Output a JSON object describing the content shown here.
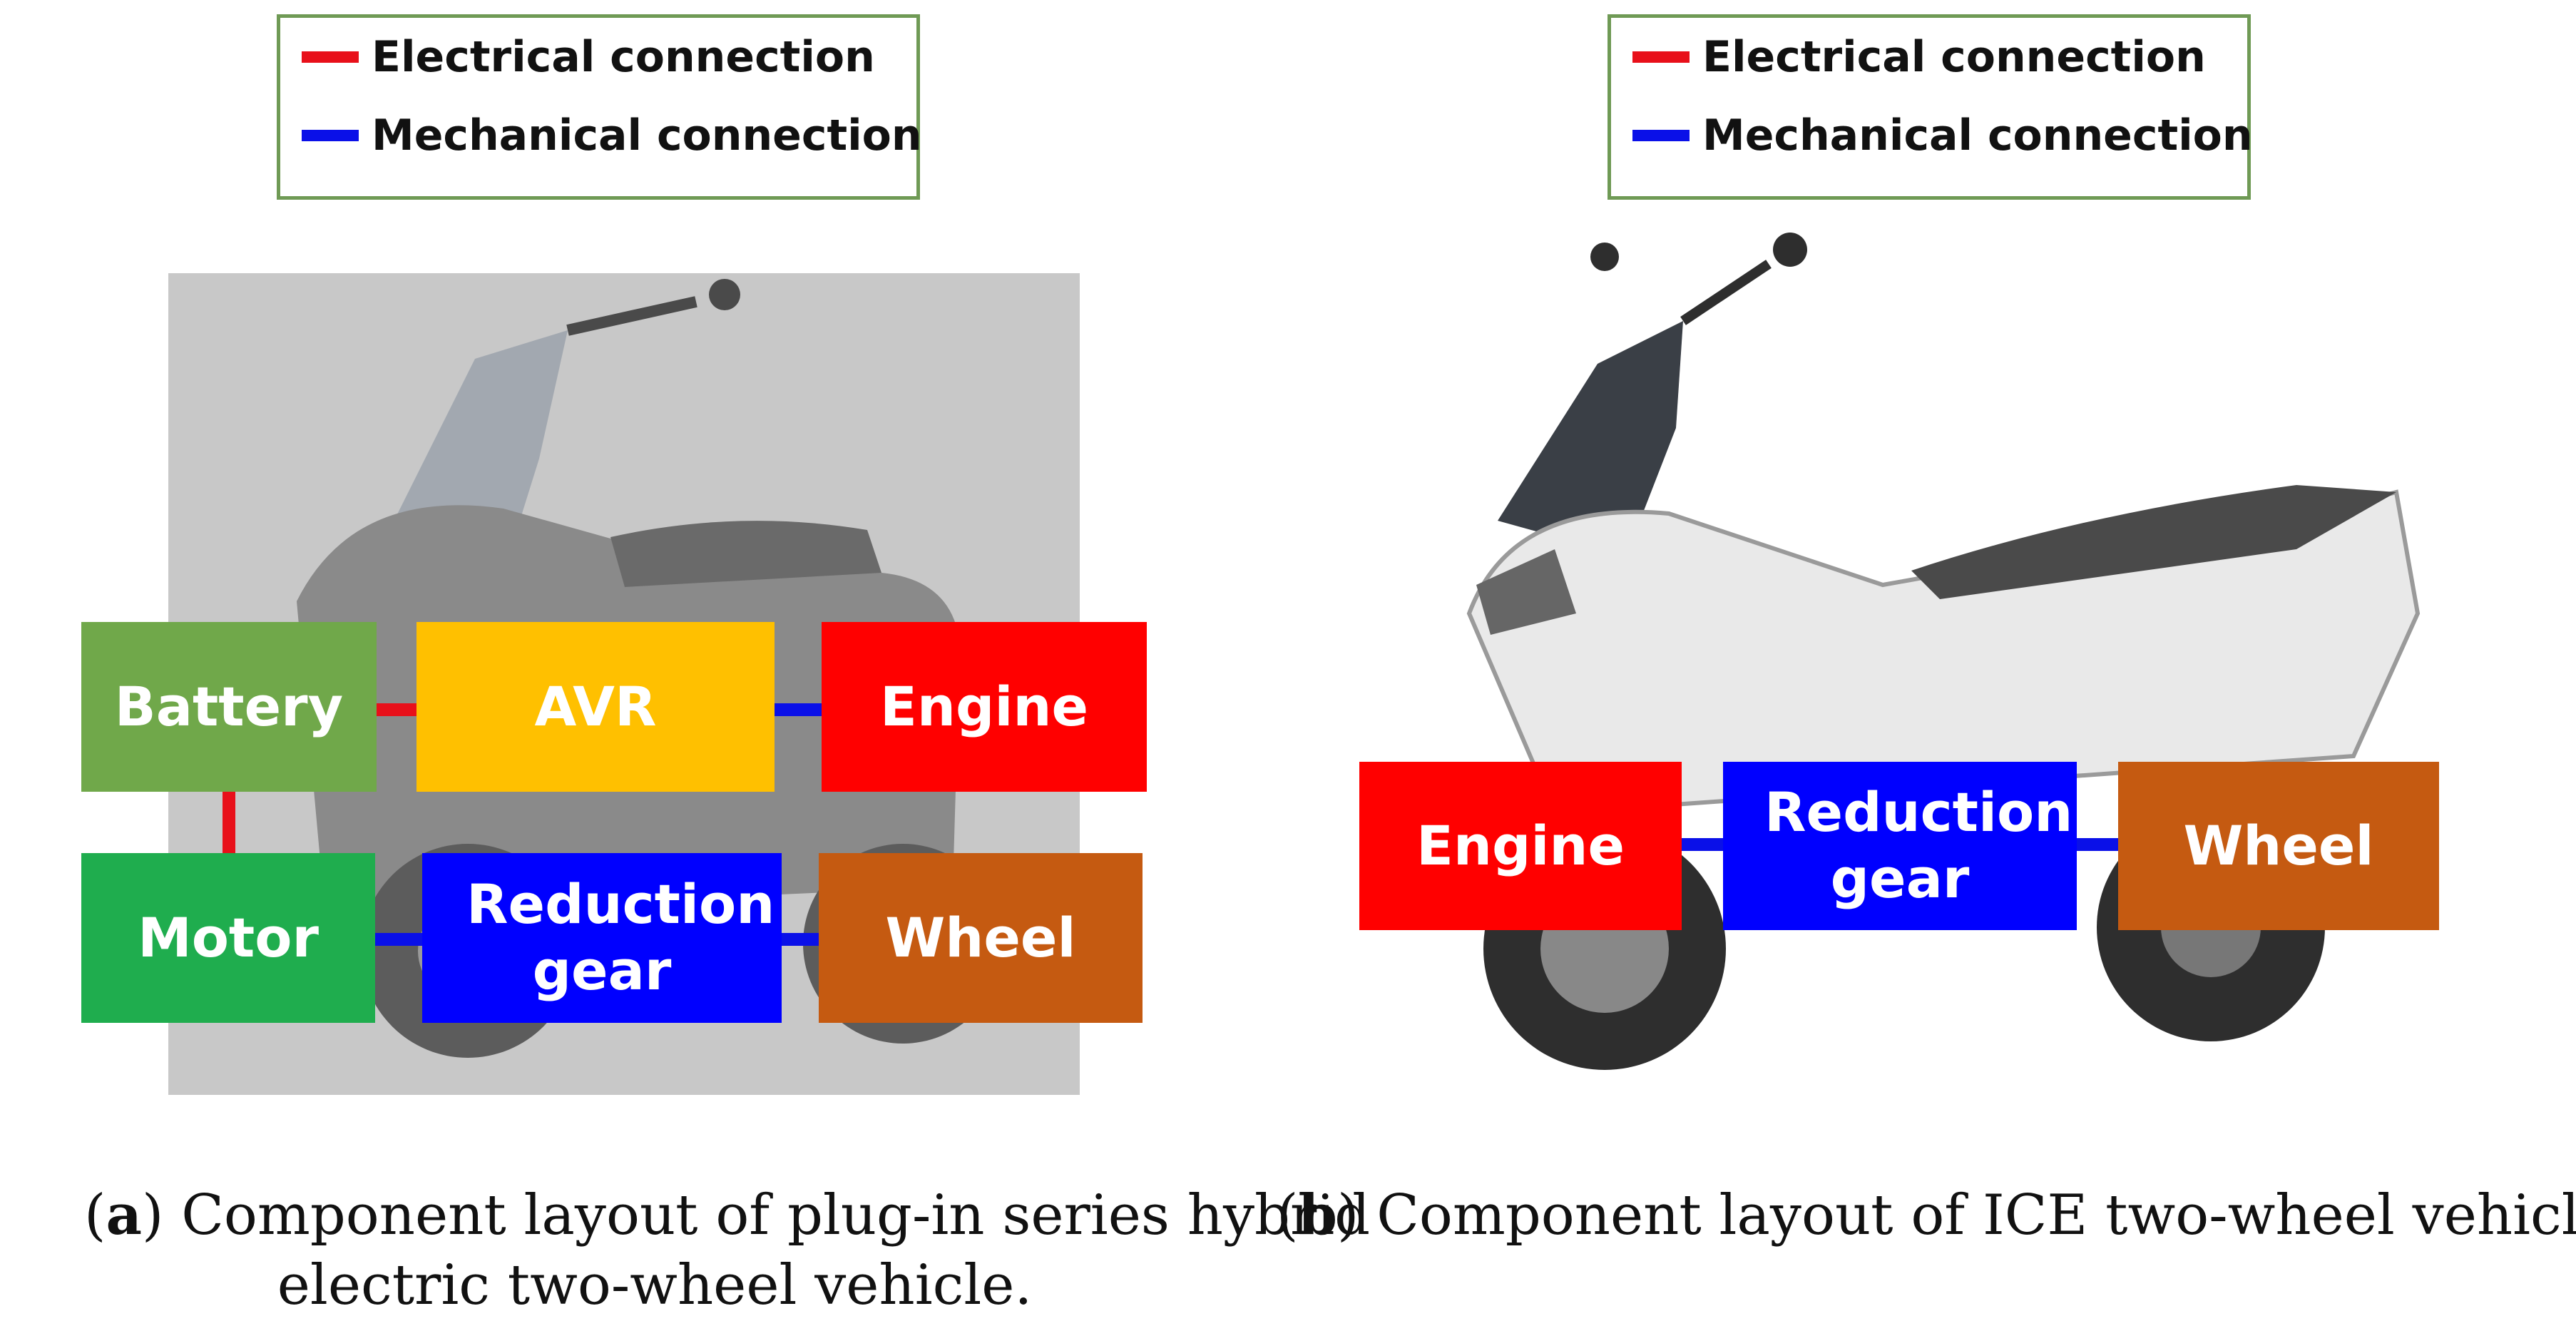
{
  "legend_a": {
    "electrical": "Electrical connection",
    "mechanical": "Mechanical connection"
  },
  "legend_b": {
    "electrical": "Electrical connection",
    "mechanical": "Mechanical connection"
  },
  "colors": {
    "electrical": "#e8101a",
    "mechanical": "#0a10e8",
    "battery": "#70a84a",
    "avr": "#ffc000",
    "engine": "#ff0000",
    "motor": "#1fad4e",
    "reduction": "#0000ff",
    "wheel": "#c55a11",
    "legend_border": "#6f9a55"
  },
  "diagram_a": {
    "battery": "Battery",
    "avr": "AVR",
    "engine": "Engine",
    "motor": "Motor",
    "reduction": "Reduction gear",
    "wheel": "Wheel"
  },
  "diagram_b": {
    "engine": "Engine",
    "reduction": "Reduction gear",
    "wheel": "Wheel"
  },
  "caption_a": {
    "letter": "a",
    "text_1": ") Component layout of plug-in series hybrid",
    "text_2": "electric two-wheel vehicle."
  },
  "caption_b": {
    "letter": "b",
    "text": ") Component layout of ICE two-wheel vehicle."
  }
}
